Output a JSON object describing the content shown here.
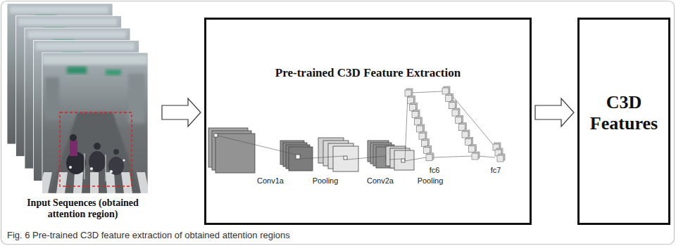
{
  "diagram": {
    "caption": "Fig. 6 Pre-trained C3D feature extraction of obtained attention regions",
    "nodes": [
      {
        "text": [
          "Input Sequences (obtained attention region)"
        ]
      },
      {
        "text": [
          "Pre-trained C3D Feature Extraction"
        ]
      },
      {
        "text": [
          "C3D Features"
        ]
      }
    ],
    "edges": [
      {
        "from": 0,
        "to": 1,
        "arrow": "to"
      },
      {
        "from": 1,
        "to": 2,
        "arrow": "to"
      }
    ],
    "labels": [
      "Conv1a",
      "Pooling",
      "Conv2a",
      "Pooling",
      "fc6",
      "fc7"
    ]
  }
}
